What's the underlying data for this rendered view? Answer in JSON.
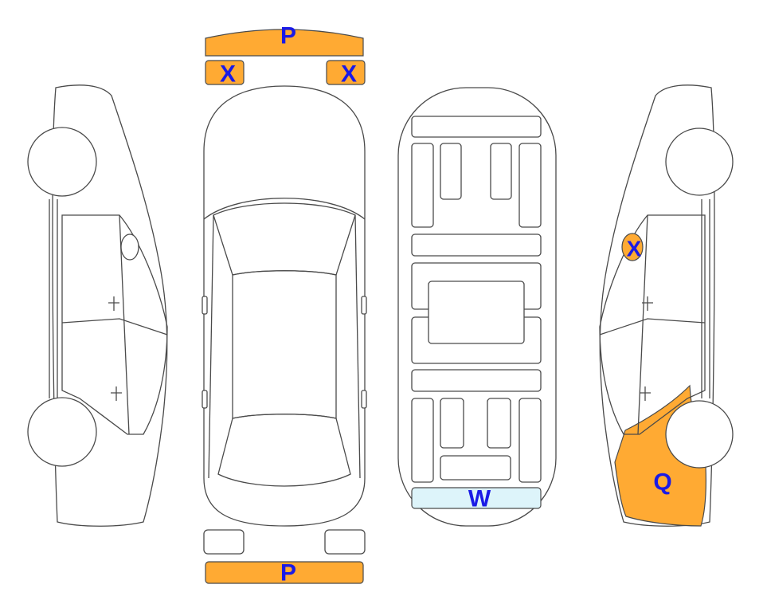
{
  "colors": {
    "damage": "#FFAA33",
    "glass": "#DDF4FA",
    "label": "#1A1AE6",
    "outline": "#4A4A4A"
  },
  "markers": {
    "front_bumper": "P",
    "front_left_light": "X",
    "front_right_light": "X",
    "rear_bumper": "P",
    "rear_window": "W",
    "right_mirror": "X",
    "right_rear_quarter": "Q"
  }
}
